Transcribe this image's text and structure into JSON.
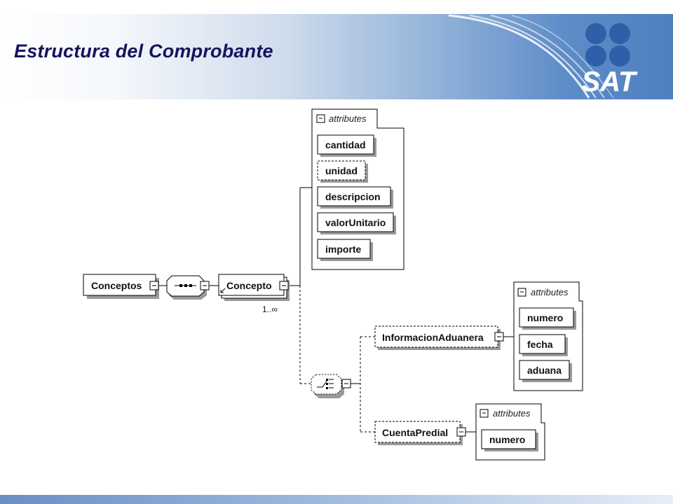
{
  "slide": {
    "title": "Estructura del Comprobante",
    "logo_text": "SAT"
  },
  "colors": {
    "title": "#14145e",
    "header_light": "#ffffff",
    "header_dark": "#4f7fc0",
    "logo_dots": "#2f5fa8",
    "diagram_shadow": "#9a9a9a",
    "diagram_border": "#000000"
  },
  "diagram": {
    "root": "Conceptos",
    "sequence_icon": "sequence-compositor-icon",
    "concepto": {
      "label": "Concepto",
      "occurrence": "1..∞",
      "attributes_title": "attributes",
      "attributes": [
        "cantidad",
        "unidad",
        "descripcion",
        "valorUnitario",
        "importe"
      ]
    },
    "choice_icon": "choice-compositor-icon",
    "informacion_aduanera": {
      "label": "InformacionAduanera",
      "attributes_title": "attributes",
      "attributes": [
        "numero",
        "fecha",
        "aduana"
      ]
    },
    "cuenta_predial": {
      "label": "CuentaPredial",
      "attributes_title": "attributes",
      "attributes": [
        "numero"
      ]
    }
  }
}
